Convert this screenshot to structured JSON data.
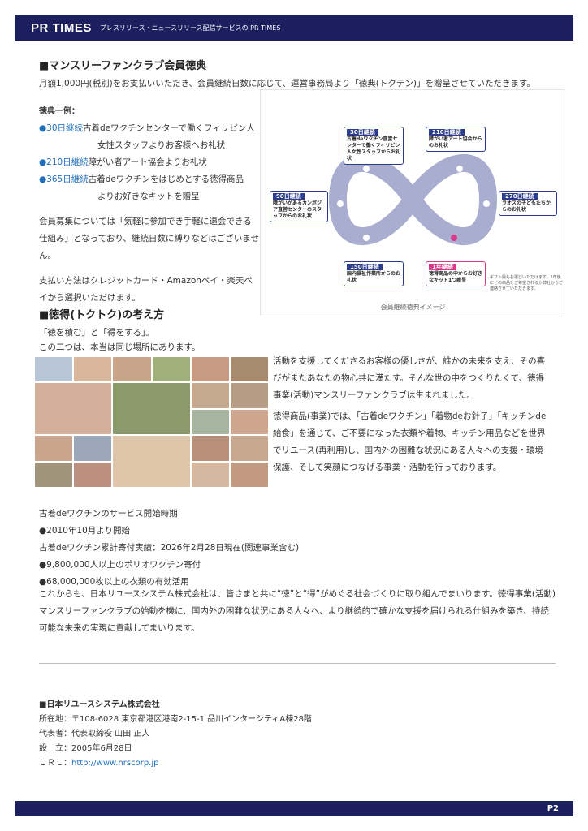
{
  "header": {
    "logo": "PR TIMES",
    "tagline": "プレスリリース・ニュースリリース配信サービスの PR TIMES"
  },
  "section1": {
    "title": "■マンスリーファンクラブ会員徳典",
    "intro": "月額1,000円(税別)をお支払いいただき、会員継続日数に応じて、運営事務局より「徳典(トクテン)」を贈呈させていただきます。",
    "example_label": "徳典一例：",
    "examples": [
      {
        "days": "●30日継続",
        "text": "古着deワクチンセンターで働くフィリピン人",
        "text2": "女性スタッフよりお客様へお礼状"
      },
      {
        "days": "●210日継続",
        "text": "障がい者アート協会よりお礼状",
        "text2": ""
      },
      {
        "days": "●365日継続",
        "text": "古着deワクチンをはじめとする徳得商品",
        "text2": "よりお好きなキットを贈呈"
      }
    ],
    "p1": "会員募集については「気軽に参加でき手軽に退会できる仕組み」となっており、継続日数に縛りなどはございません。",
    "p2": "支払い方法はクレジットカード・Amazonペイ・楽天ペイから選択いただけます。"
  },
  "diagram": {
    "caption": "会員継続徳典イメージ",
    "boxes": [
      {
        "label": "30日継続",
        "text": "古着deワクチン直営センターで働くフィリピン人女性スタッフからお礼状"
      },
      {
        "label": "210日継続",
        "text": "障がい者アート協会からのお礼状"
      },
      {
        "label": "90日継続",
        "text": "障がいがあるカンボジア直営センターのスタッフからのお礼状"
      },
      {
        "label": "270日継続",
        "text": "ラオスの子どもたちからのお礼状"
      },
      {
        "label": "150日継続",
        "text": "国内福祉作業所からのお礼状"
      },
      {
        "label": "1年継続",
        "text": "徳得商品の中からお好きなキット1つ贈呈"
      }
    ],
    "note": "ギフト版もお選びいただけます。1年後にどの商品をご希望されるか弊社からご連絡させていただきます。"
  },
  "section2": {
    "title": "■徳得(トクトク)の考え方",
    "lead1": "「徳を積む」と「得をする」。",
    "lead2": "この二つは、本当は同じ場所にあります。",
    "p1": "活動を支援してくださるお客様の優しさが、誰かの未来を支え、その喜びがまたあなたの物心共に満たす。そんな世の中をつくりたくて、徳得事業(活動)マンスリーファンクラブは生まれました。",
    "p2": "徳得商品(事業)では、「古着deワクチン」「着物deお針子」「キッチンde給食」を通じて、ご不要になった衣類や着物、キッチン用品などを世界でリユース(再利用)し、国内外の困難な状況にある人々への支援・環境保護、そして笑顔につなげる事業・活動を行っております。"
  },
  "stats": [
    "古着deワクチンのサービス開始時期",
    "●2010年10月より開始",
    "古着deワクチン累計寄付実績：2026年2月28日現在(関連事業含む)",
    "●9,800,000人以上のポリオワクチン寄付",
    "●68,000,000枚以上の衣類の有効活用"
  ],
  "closing": "これからも、日本リユースシステム株式会社は、皆さまと共に“徳”と“得”がめぐる社会づくりに取り組んでまいります。徳得事業(活動)マンスリーファンクラブの始動を機に、国内外の困難な状況にある人々へ、より継続的で確かな支援を届けられる仕組みを築き、持続可能な未来の実現に貢献してまいります。",
  "company": {
    "name": "■日本リユースシステム株式会社",
    "address": "所在地：〒108-6028 東京都港区港南2-15-1 品川インターシティA棟28階",
    "rep": "代表者：代表取締役 山田 正人",
    "founded": "設　立：2005年6月28日",
    "url_label": "ＵＲＬ：",
    "url": "http://www.nrscorp.jp"
  },
  "footer": {
    "page": "P2"
  }
}
